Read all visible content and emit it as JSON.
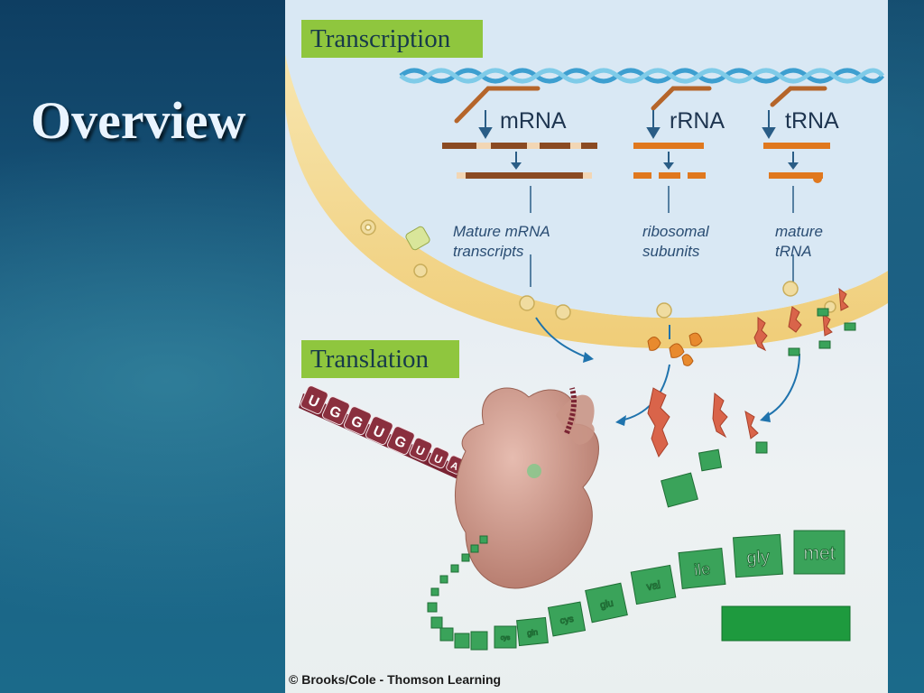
{
  "slide": {
    "title": "Overview"
  },
  "figure": {
    "transcription_label": "Transcription",
    "translation_label": "Translation",
    "rna_types": [
      "mRNA",
      "rRNA",
      "tRNA"
    ],
    "captions": [
      [
        "Mature mRNA",
        "transcripts"
      ],
      [
        "ribosomal",
        "subunits"
      ],
      [
        "mature",
        "tRNA"
      ]
    ],
    "mrna_bases": [
      "U",
      "G",
      "G",
      "U",
      "G",
      "U",
      "U",
      "A"
    ],
    "amino_acids": [
      "met",
      "gly",
      "ile",
      "val",
      "glu",
      "cys",
      "gln",
      "cys"
    ],
    "copyright": "© Brooks/Cole - Thomson Learning"
  },
  "colors": {
    "label_bg": "#8fc63e",
    "dna_strand": "#5ab4dc",
    "rna_strand": "#c7742c",
    "polypeptide": "#3aa35a",
    "nucleus_envelope": "#f4d98e"
  }
}
